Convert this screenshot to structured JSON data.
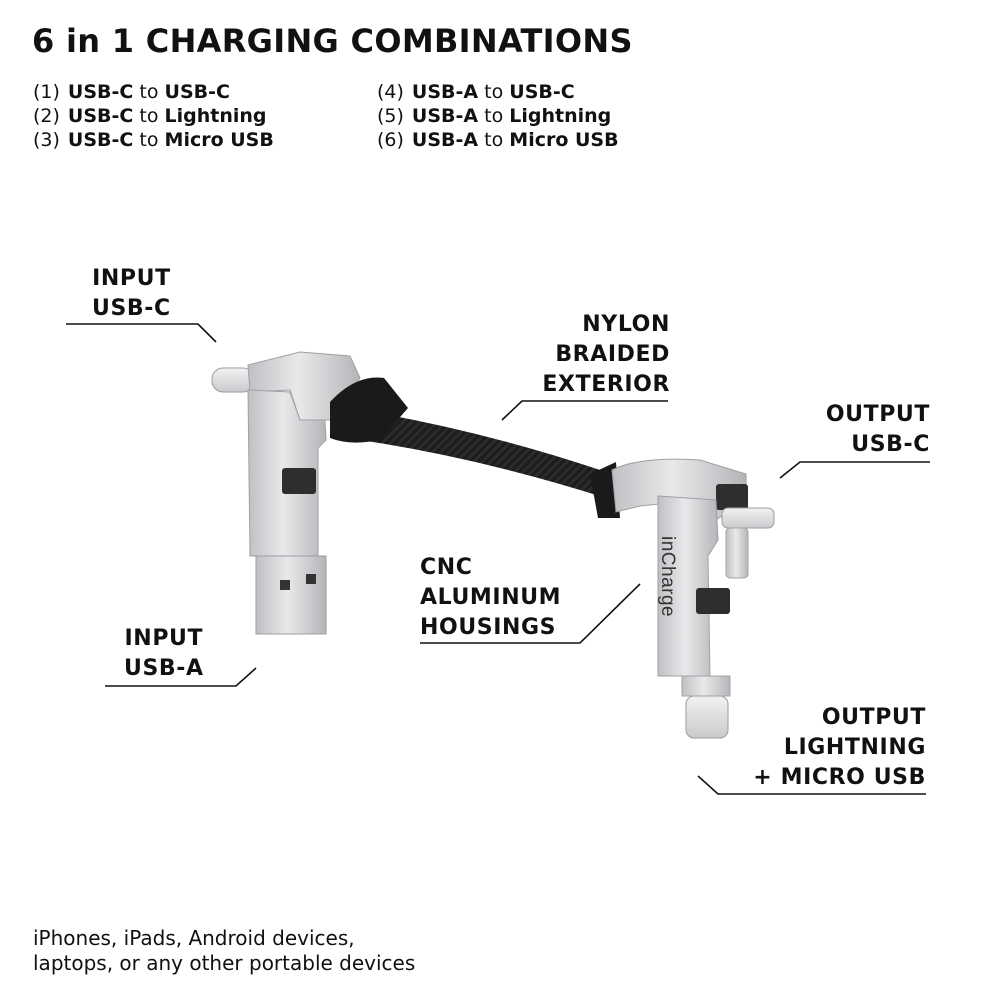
{
  "title": "6 in 1 CHARGING COMBINATIONS",
  "combinations_left": [
    {
      "num": "(1)",
      "from": "USB-C",
      "to": "to",
      "target": "USB-C"
    },
    {
      "num": "(2)",
      "from": "USB-C",
      "to": "to",
      "target": "Lightning"
    },
    {
      "num": "(3)",
      "from": "USB-C",
      "to": "to",
      "target": "Micro USB"
    }
  ],
  "combinations_right": [
    {
      "num": "(4)",
      "from": "USB-A",
      "to": "to",
      "target": "USB-C"
    },
    {
      "num": "(5)",
      "from": "USB-A",
      "to": "to",
      "target": "Lightning"
    },
    {
      "num": "(6)",
      "from": "USB-A",
      "to": "to",
      "target": "Micro USB"
    }
  ],
  "callouts": {
    "input_usb_c": [
      "INPUT",
      "USB-C"
    ],
    "nylon": [
      "NYLON",
      "BRAIDED",
      "EXTERIOR"
    ],
    "output_usb_c": [
      "OUTPUT",
      "USB-C"
    ],
    "cnc": [
      "CNC",
      "ALUMINUM",
      "HOUSINGS"
    ],
    "input_usb_a": [
      "INPUT",
      "USB-A"
    ],
    "output_lightning": [
      "OUTPUT",
      "LIGHTNING",
      "+ MICRO USB"
    ]
  },
  "brand_logo": "inCharge",
  "footer": [
    "iPhones, iPads, Android devices,",
    "laptops, or any other portable devices"
  ],
  "colors": {
    "text": "#111111",
    "aluminum": "#d7d7d9",
    "cable": "#1a1a1a"
  }
}
